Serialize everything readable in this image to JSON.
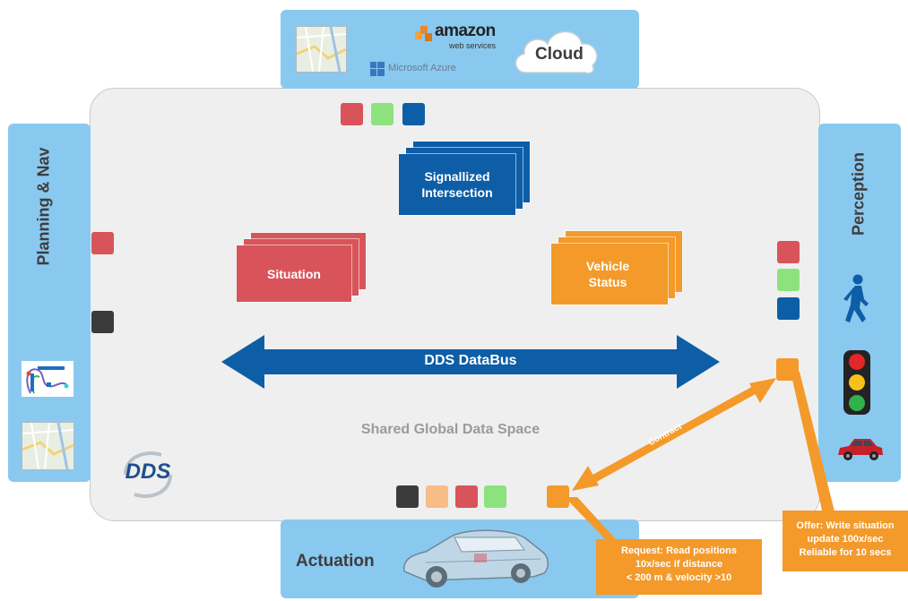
{
  "cloud": {
    "aws_brand": "amazon",
    "aws_sub": "web services",
    "azure_label": "Microsoft Azure",
    "cloud_label": "Cloud"
  },
  "planning": {
    "title": "Planning & Nav"
  },
  "perception": {
    "title": "Perception"
  },
  "actuation": {
    "title": "Actuation"
  },
  "topics": {
    "signalized": "Signallized Intersection",
    "situation": "Situation",
    "vehicle_status": "Vehicle Status"
  },
  "databus": {
    "label": "DDS DataBus"
  },
  "space": {
    "label": "Shared Global Data Space"
  },
  "contract": {
    "label": "Contract"
  },
  "logo": {
    "text": "DDS"
  },
  "request": {
    "lines": [
      "Request: Read positions",
      "10x/sec if distance",
      "< 200 m & velocity >10"
    ]
  },
  "offer": {
    "lines": [
      "Offer: Write situation",
      "update 100x/sec",
      "Reliable for 10 secs"
    ]
  },
  "colors": {
    "panel": "#8ac9ef",
    "space": "#efefef",
    "red": "#d9545a",
    "green": "#8de27e",
    "blue": "#0d5ea6",
    "orange": "#f39a2a",
    "peach": "#f8bc86",
    "dark": "#3b3b3b"
  }
}
